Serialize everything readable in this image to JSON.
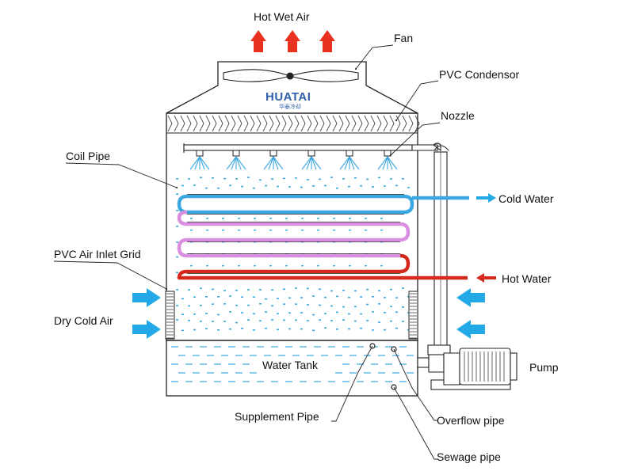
{
  "labels": {
    "hot_wet_air": "Hot Wet Air",
    "fan": "Fan",
    "pvc_condensor": "PVC Condensor",
    "nozzle": "Nozzle",
    "coil_pipe": "Coil Pipe",
    "cold_water": "Cold Water",
    "pvc_air_inlet_grid": "PVC Air Inlet Grid",
    "hot_water": "Hot Water",
    "dry_cold_air": "Dry Cold Air",
    "water_tank": "Water Tank",
    "pump": "Pump",
    "supplement_pipe": "Supplement Pipe",
    "overflow_pipe": "Overflow pipe",
    "sewage_pipe": "Sewage pipe"
  },
  "brand": {
    "name": "HUATAI",
    "subtitle": "华泰冷却"
  },
  "colors": {
    "hot_air_arrow": "#e8321e",
    "cold_air_arrow": "#22a9e6",
    "cold_coil": "#3aa7e0",
    "middle_coil": "#d98ee0",
    "hot_coil": "#d42a1e",
    "spray": "#3aa7e0",
    "outline": "#222222",
    "brand": "#2f5fa8"
  }
}
